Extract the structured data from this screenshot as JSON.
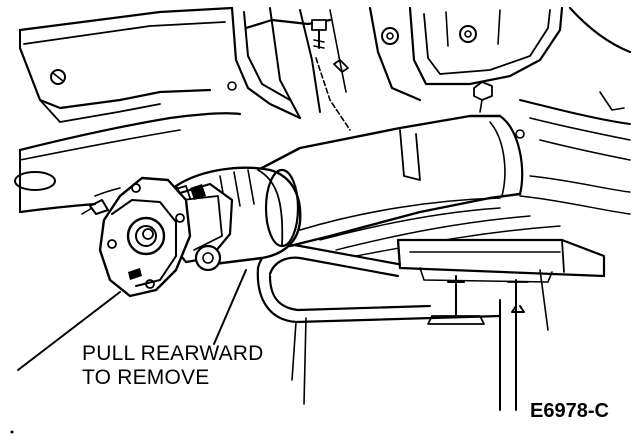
{
  "diagram": {
    "callout": {
      "line1": "PULL REARWARD",
      "line2": "TO REMOVE"
    },
    "figure_id": "E6978-C",
    "colors": {
      "ink": "#000000",
      "paper": "#ffffff"
    }
  }
}
